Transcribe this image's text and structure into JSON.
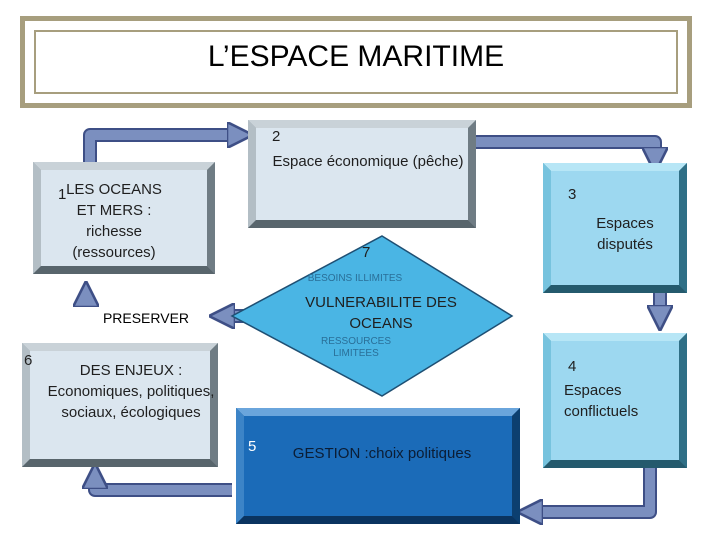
{
  "title": "L’ESPACE MARITIME",
  "nodes": {
    "n2": {
      "number": "2",
      "text": "Espace économique (pêche)"
    },
    "n1": {
      "number": "1",
      "text": "LES OCEANS ET MERS : richesse (ressources)"
    },
    "n3": {
      "number": "3",
      "text": "Espaces disputés"
    },
    "n7": {
      "number": "7",
      "top_text": "BESOINS ILLIMITES",
      "text": "VULNERABILITE DES OCEANS",
      "bottom_text": "RESSOURCES LIMITEES"
    },
    "preserver": {
      "text": "PRESERVER"
    },
    "n6": {
      "number": "6",
      "text": "DES ENJEUX : Economiques, politiques, sociaux, écologiques"
    },
    "n4": {
      "number": "4",
      "text": "Espaces conflictuels"
    },
    "n5": {
      "number": "5",
      "text": "GESTION :choix politiques"
    }
  },
  "colors": {
    "frame": "#a79e7e",
    "box_light": "#dbe6ef",
    "box_cyan": "#9dd8f0",
    "diamond": "#4ab5e4",
    "box_dark": "#1b6bb8",
    "arrow_fill": "#7b8fbf",
    "arrow_edge": "#3e4f86"
  }
}
